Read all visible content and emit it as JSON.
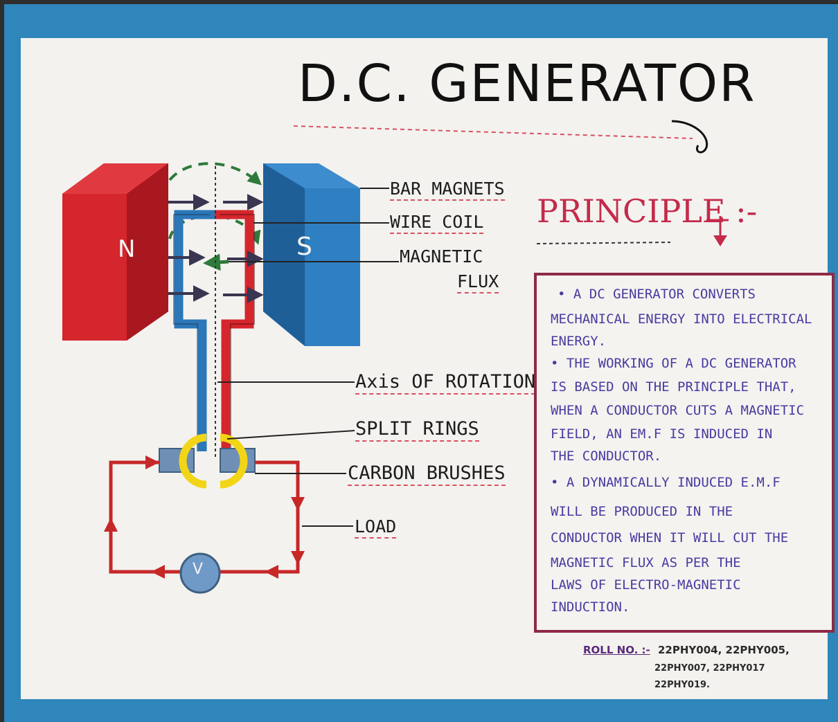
{
  "title": "D.C. GENERATOR",
  "magnets": {
    "north": "N",
    "south": "S"
  },
  "labels": {
    "bar_magnets": "BAR MAGNETS",
    "wire_coil": "WIRE COIL",
    "magnetic": "MAGNETIC",
    "flux": "FLUX",
    "axis_of_rotation": "Axis OF ROTATION",
    "split_rings": "SPLIT RINGS",
    "carbon_brushes": "CARBON BRUSHES",
    "load": "LOAD",
    "meter": "V"
  },
  "principle": {
    "heading": "PRINCIPLE :-",
    "lines": [
      "• A DC GENERATOR CONVERTS",
      "MECHANICAL ENERGY INTO ELECTRICAL",
      "ENERGY.",
      "• THE WORKING OF A DC GENERATOR",
      "IS BASED ON THE PRINCIPLE THAT,",
      "WHEN A CONDUCTOR CUTS A MAGNETIC",
      "FIELD, AN EM.F IS INDUCED IN",
      "THE CONDUCTOR.",
      "• A DYNAMICALLY INDUCED E.M.F",
      "WILL BE PRODUCED IN THE",
      "CONDUCTOR WHEN IT WILL CUT THE",
      "MAGNETIC FLUX AS PER THE",
      "LAWS OF ELECTRO-MAGNETIC",
      "INDUCTION."
    ]
  },
  "roll": {
    "label": "ROLL NO. :-",
    "line1": "22PHY004, 22PHY005,",
    "line2": "22PHY007, 22PHY017",
    "line3": "22PHY019."
  },
  "colors": {
    "frame": "#2f86ba",
    "poster": "#f3f2ef",
    "magnet_red": "#d4262c",
    "magnet_blue": "#2b77b8",
    "ring": "#f2d516",
    "box_border": "#8e2a45",
    "principle": "#c42a4a",
    "text_blue": "#4a3aa0"
  }
}
